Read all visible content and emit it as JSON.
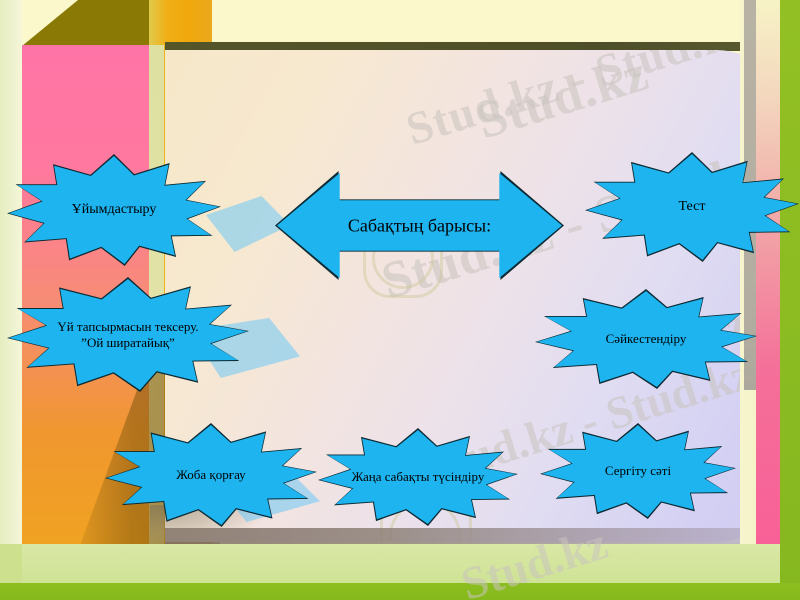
{
  "slide": {
    "language": "kk",
    "center_arrow": {
      "label": "Сабақтың барысы:",
      "shape": "double-arrow"
    },
    "watermark": {
      "text_long": "Stud.kz - Stud.kz",
      "text_short": "Stud.kz"
    },
    "stars": [
      {
        "id": "organize",
        "label": "Ұйымдастыру"
      },
      {
        "id": "homework-check",
        "label": "Үй тапсырмасын тексеру.\n”Ой ширатайық”"
      },
      {
        "id": "project-defense",
        "label": "Жоба қорғау"
      },
      {
        "id": "new-lesson",
        "label": "Жаңа сабақты түсіндіру"
      },
      {
        "id": "energizer",
        "label": "Сергіту сәті"
      },
      {
        "id": "matching",
        "label": "Сәйкестендіру"
      },
      {
        "id": "test",
        "label": "Тест"
      }
    ],
    "colors": {
      "shape_fill": "#1DB4F0",
      "shape_outline": "#0b2a33",
      "panel_left": "#F6E7C8",
      "panel_right": "#CFCBF2",
      "accent_pink": "#FF74A6",
      "accent_orange": "#F0A80C",
      "accent_green": "#8CBE1F",
      "accent_olive": "#55552A",
      "watermark_gray": "#C9C4BE"
    }
  }
}
